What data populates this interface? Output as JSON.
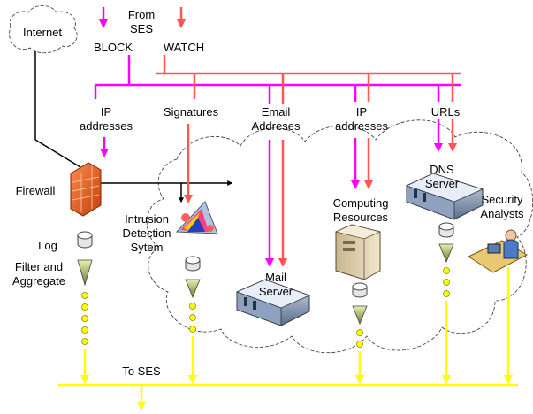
{
  "colors": {
    "block": "#ff00ff",
    "watch": "#ff5555",
    "ses_bus": "#ffff00",
    "dots": "#ffff00"
  },
  "labels": {
    "internet": "Internet",
    "from_ses": [
      "From",
      "SES"
    ],
    "block": "BLOCK",
    "watch": "WATCH",
    "ip_addresses_left": [
      "IP",
      "addresses"
    ],
    "signatures": "Signatures",
    "email_addresses": [
      "Email",
      "Addreses"
    ],
    "ip_addresses_mid": [
      "IP",
      "addresses"
    ],
    "urls": "URLs",
    "firewall": "Firewall",
    "ids": [
      "Intrusion",
      "Detection",
      "Sytem"
    ],
    "log": "Log",
    "filter_aggregate": [
      "Filter and",
      "Aggregate"
    ],
    "mail_server": [
      "Mail",
      "Server"
    ],
    "computing": [
      "Computing",
      "Resources"
    ],
    "dns_server": [
      "DNS",
      "Server"
    ],
    "security_analysts": [
      "Security",
      "Analysts"
    ],
    "to_ses": "To SES"
  },
  "icons": [
    "cloud-icon",
    "firewall-icon",
    "ids-icon",
    "mail-server-icon",
    "computing-tower-icon",
    "dns-server-icon",
    "analyst-icon",
    "database-icon",
    "funnel-icon"
  ]
}
